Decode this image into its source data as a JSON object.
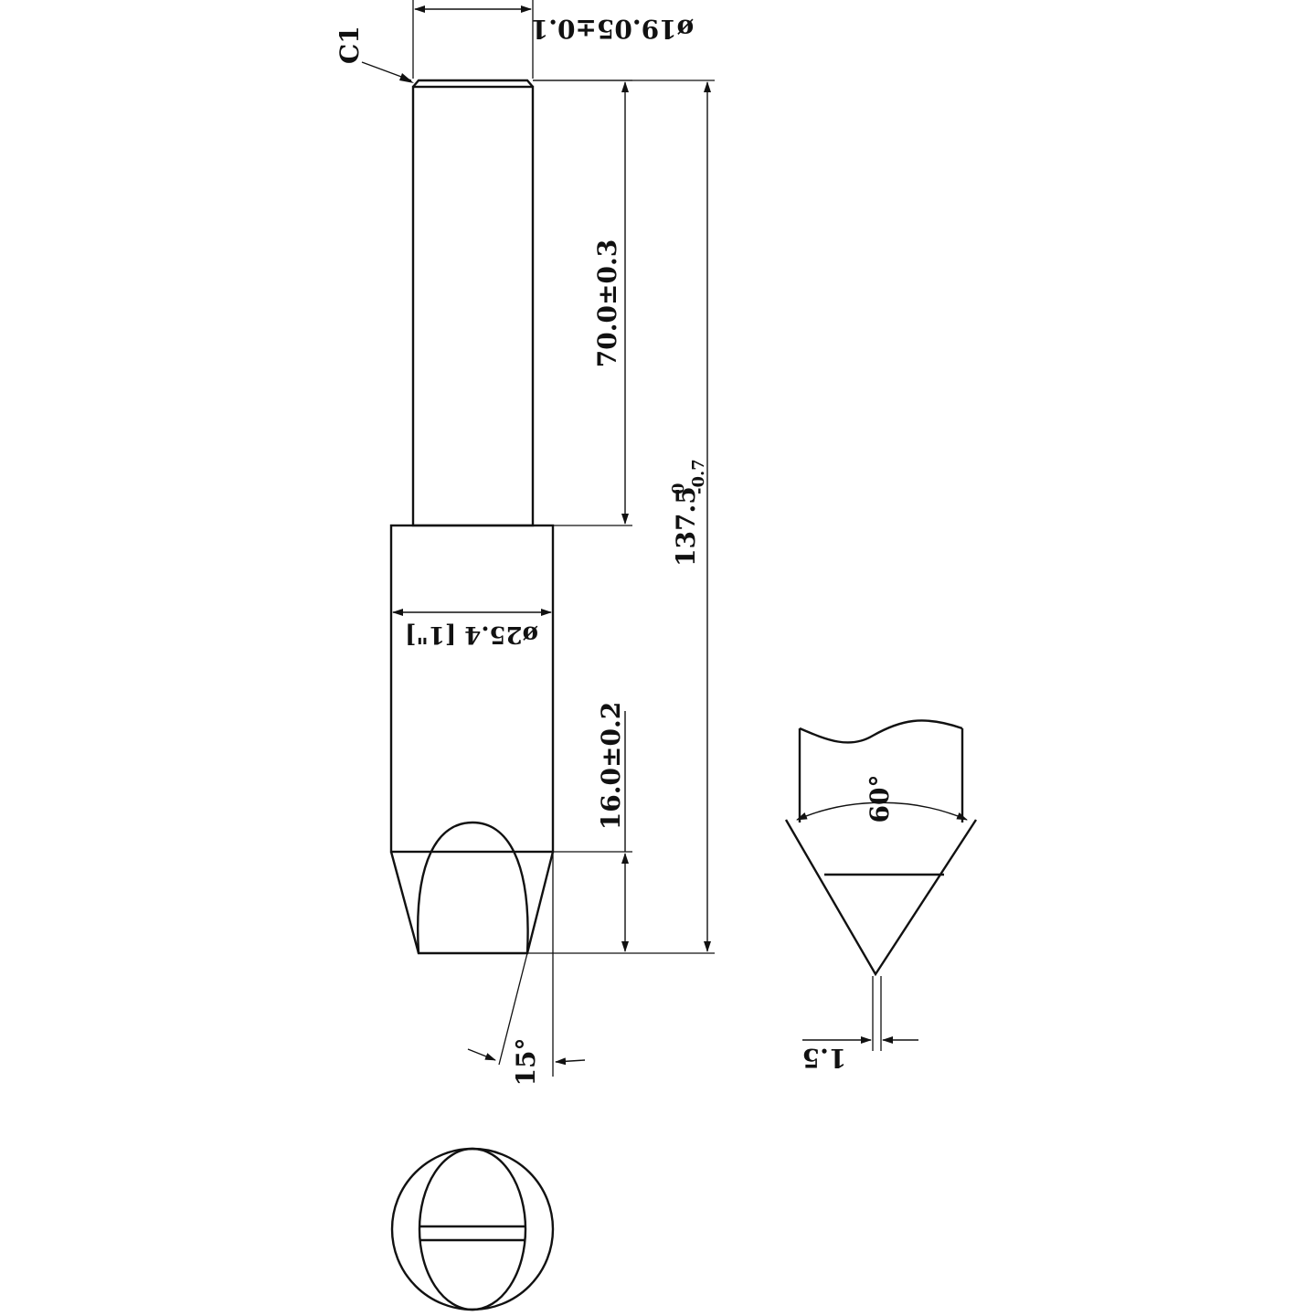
{
  "labels": {
    "chamfer": "C1",
    "shank_diameter": "ø19.05±0.1",
    "shank_length": "70.0±0.3",
    "overall_length_nominal": "137.5",
    "overall_length_upper_tol": "0",
    "overall_length_lower_tol": "-0.7",
    "cutter_diameter": "ø25.4 [1\"]",
    "cutting_length": "16.0±0.2",
    "clearance_angle": "15°",
    "tip_angle": "60°",
    "tip_flat": "1.5"
  },
  "colors": {
    "line": "#111111",
    "background": "#ffffff"
  }
}
